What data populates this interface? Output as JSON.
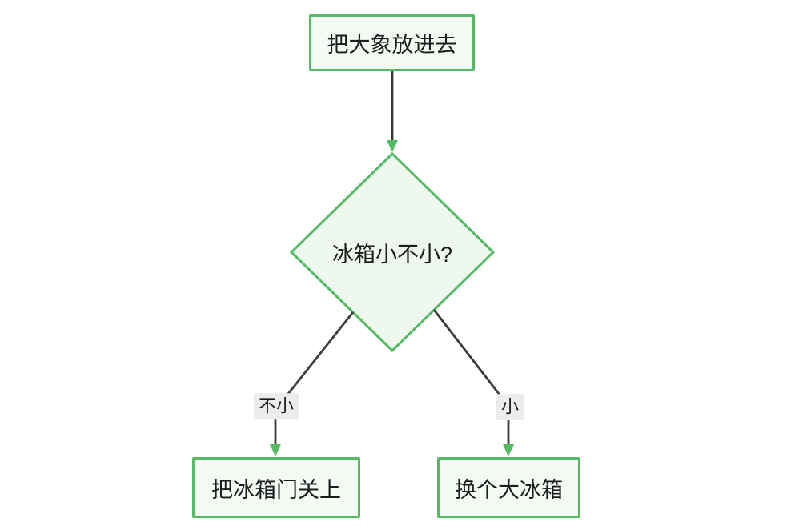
{
  "diagram": {
    "type": "flowchart",
    "direction": "top-down",
    "background": "#ffffff"
  },
  "theme": {
    "node_border": "#56ba64",
    "rect_fill": "#f4faf4",
    "diamond_fill": "#eef8ef",
    "edge_line": "#3b3b3b",
    "arrowhead": "#56ba64",
    "edge_label_bg": "#ececec",
    "text_color": "#1c1c1c"
  },
  "nodes": [
    {
      "id": "start",
      "shape": "rectangle",
      "label": "把大象放进去"
    },
    {
      "id": "decision",
      "shape": "diamond",
      "label": "冰箱小不小?"
    },
    {
      "id": "close-door",
      "shape": "rectangle",
      "label": "把冰箱门关上"
    },
    {
      "id": "bigger-fridge",
      "shape": "rectangle",
      "label": "换个大冰箱"
    }
  ],
  "edges": [
    {
      "from": "start",
      "to": "decision",
      "label": ""
    },
    {
      "from": "decision",
      "to": "close-door",
      "label": "不小"
    },
    {
      "from": "decision",
      "to": "bigger-fridge",
      "label": "小"
    }
  ]
}
